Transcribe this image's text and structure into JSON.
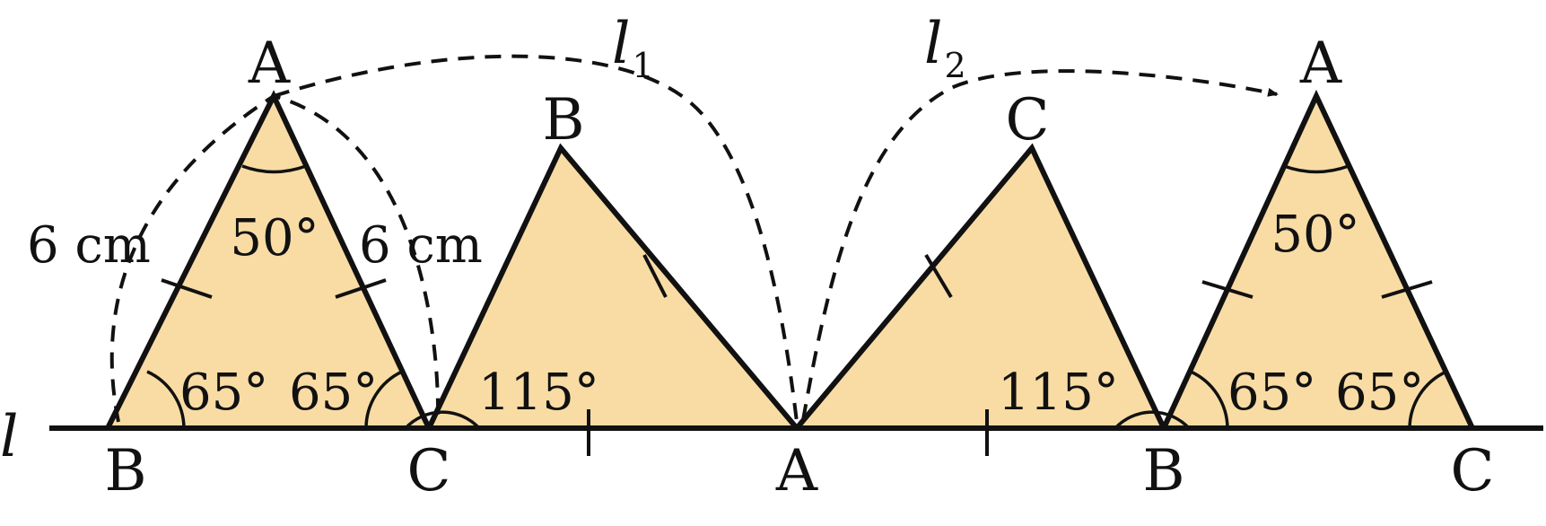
{
  "figure": {
    "line_label": "l",
    "path1_label": {
      "main": "l",
      "sub": "1"
    },
    "path2_label": {
      "main": "l",
      "sub": "2"
    },
    "vertices": {
      "t1_apex": "A",
      "t1_left": "B",
      "t1_right": "C",
      "t2_apex": "B",
      "t3_apex": "C",
      "mid": "A",
      "t4_left": "B",
      "t4_apex": "A",
      "t4_right": "C"
    },
    "lengths": {
      "left": "6 cm",
      "right": "6 cm"
    },
    "angles": {
      "t1_apex": "50°",
      "t1_left": "65°",
      "t1_right": "65°",
      "exterior_left": "115°",
      "exterior_right": "115°",
      "t4_apex": "50°",
      "t4_left": "65°",
      "t4_right": "65°"
    },
    "colors": {
      "fill": "#f9dca4",
      "stroke": "#111111"
    }
  }
}
